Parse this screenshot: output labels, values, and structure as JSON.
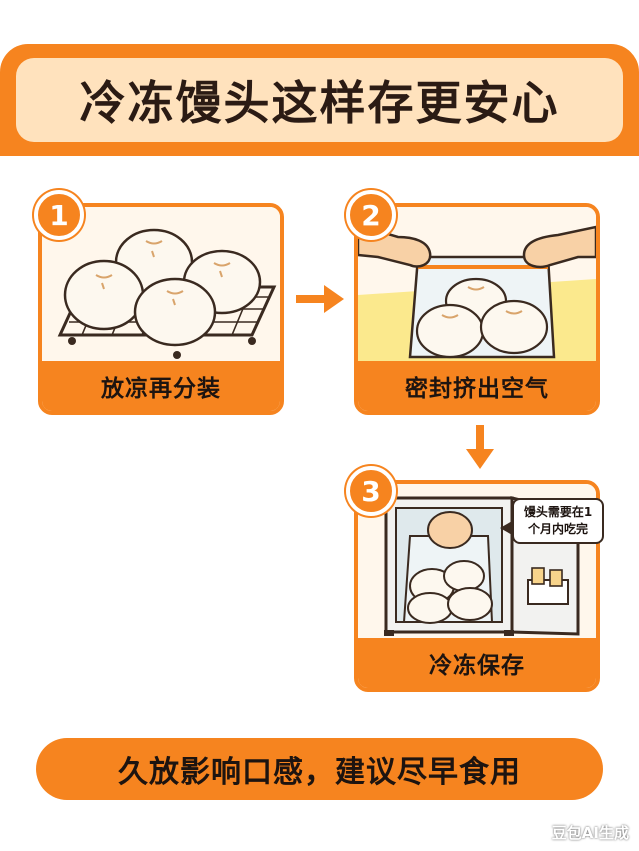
{
  "title": "冷冻馒头这样存更安心",
  "steps": [
    {
      "number": "1",
      "label": "放凉再分装"
    },
    {
      "number": "2",
      "label": "密封挤出空气"
    },
    {
      "number": "3",
      "label": "冷冻保存"
    }
  ],
  "note": {
    "line1": "馒头需要在1",
    "line2": "个月内吃完"
  },
  "footer": "久放影响口感，建议尽早食用",
  "watermark": "豆包AI生成",
  "colors": {
    "accent": "#f6841f",
    "title_bg": "#ffe2bd",
    "card_bg": "#fff7ec",
    "text": "#1d1410"
  }
}
